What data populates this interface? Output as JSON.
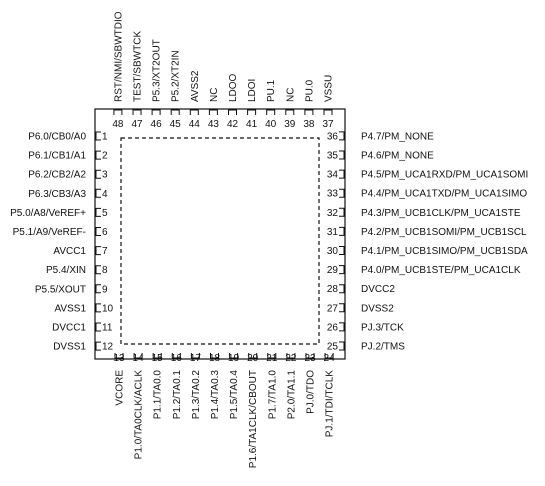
{
  "colors": {
    "ink": "#111111",
    "background": "#ffffff"
  },
  "left_pins": [
    {
      "number": "1",
      "name": "P6.0/CB0/A0"
    },
    {
      "number": "2",
      "name": "P6.1/CB1/A1"
    },
    {
      "number": "3",
      "name": "P6.2/CB2/A2"
    },
    {
      "number": "4",
      "name": "P6.3/CB3/A3"
    },
    {
      "number": "5",
      "name": "P5.0/A8/VeREF+"
    },
    {
      "number": "6",
      "name": "P5.1/A9/VeREF-"
    },
    {
      "number": "7",
      "name": "AVCC1"
    },
    {
      "number": "8",
      "name": "P5.4/XIN"
    },
    {
      "number": "9",
      "name": "P5.5/XOUT"
    },
    {
      "number": "10",
      "name": "AVSS1"
    },
    {
      "number": "11",
      "name": "DVCC1"
    },
    {
      "number": "12",
      "name": "DVSS1"
    }
  ],
  "bottom_pins": [
    {
      "number": "13",
      "name": "VCORE"
    },
    {
      "number": "14",
      "name": "P1.0/TA0CLK/ACLK"
    },
    {
      "number": "15",
      "name": "P1.1/TA0.0"
    },
    {
      "number": "16",
      "name": "P1.2/TA0.1"
    },
    {
      "number": "17",
      "name": "P1.3/TA0.2"
    },
    {
      "number": "18",
      "name": "P1.4/TA0.3"
    },
    {
      "number": "19",
      "name": "P1.5/TA0.4"
    },
    {
      "number": "20",
      "name": "P1.6/TA1CLK/CBOUT"
    },
    {
      "number": "21",
      "name": "P1.7/TA1.0"
    },
    {
      "number": "22",
      "name": "P2.0/TA1.1"
    },
    {
      "number": "23",
      "name": "PJ.0/TDO"
    },
    {
      "number": "24",
      "name": "PJ.1/TDI/TCLK"
    }
  ],
  "right_pins": [
    {
      "number": "25",
      "name": "PJ.2/TMS"
    },
    {
      "number": "26",
      "name": "PJ.3/TCK"
    },
    {
      "number": "27",
      "name": "DVSS2"
    },
    {
      "number": "28",
      "name": "DVCC2"
    },
    {
      "number": "29",
      "name": "P4.0/PM_UCB1STE/PM_UCA1CLK"
    },
    {
      "number": "30",
      "name": "P4.1/PM_UCB1SIMO/PM_UCB1SDA"
    },
    {
      "number": "31",
      "name": "P4.2/PM_UCB1SOMI/PM_UCB1SCL"
    },
    {
      "number": "32",
      "name": "P4.3/PM_UCB1CLK/PM_UCA1STE"
    },
    {
      "number": "33",
      "name": "P4.4/PM_UCA1TXD/PM_UCA1SIMO"
    },
    {
      "number": "34",
      "name": "P4.5/PM_UCA1RXD/PM_UCA1SOMI"
    },
    {
      "number": "35",
      "name": "P4.6/PM_NONE"
    },
    {
      "number": "36",
      "name": "P4.7/PM_NONE"
    }
  ],
  "top_pins": [
    {
      "number": "37",
      "name": "VSSU"
    },
    {
      "number": "38",
      "name": "PU.0"
    },
    {
      "number": "39",
      "name": "NC"
    },
    {
      "number": "40",
      "name": "PU.1"
    },
    {
      "number": "41",
      "name": "LDOI"
    },
    {
      "number": "42",
      "name": "LDOO"
    },
    {
      "number": "43",
      "name": "NC"
    },
    {
      "number": "44",
      "name": "AVSS2"
    },
    {
      "number": "45",
      "name": "P5.2/XT2IN"
    },
    {
      "number": "46",
      "name": "P5.3/XT2OUT"
    },
    {
      "number": "47",
      "name": "TEST/SBWTCK"
    },
    {
      "number": "48",
      "name": "RST/NMI/SBWTDIO"
    }
  ]
}
